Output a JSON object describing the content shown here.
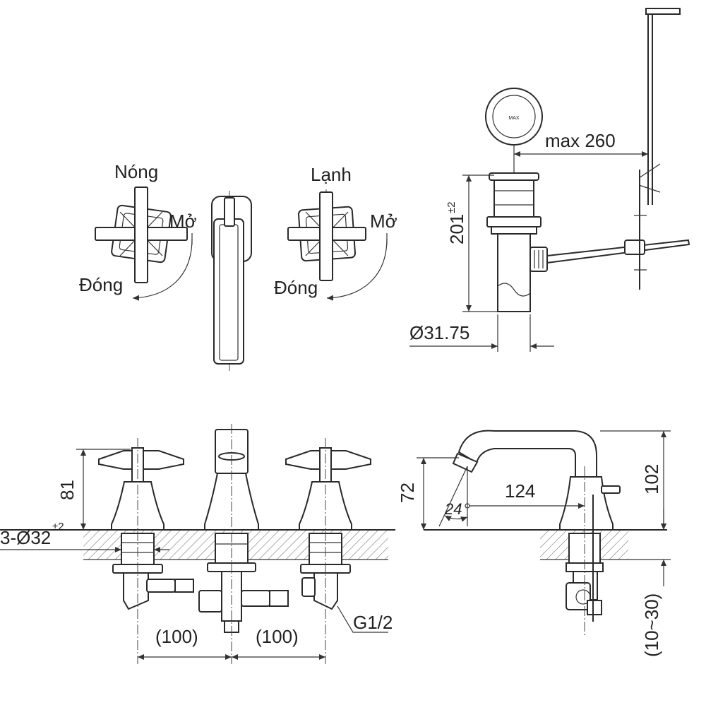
{
  "labels": {
    "hot": "Nóng",
    "cold": "Lạnh",
    "open_left": "Mở",
    "close_left": "Đóng",
    "open_right": "Mở",
    "close_right": "Đóng",
    "drain_height": "201",
    "drain_height_tol": "±2",
    "drain_diameter": "Ø31.75",
    "rod_reach": "max 260",
    "handle_height": "81",
    "holes": "3-Ø32",
    "holes_tol": "±2",
    "spacing_left": "(100)",
    "spacing_right": "(100)",
    "thread": "G1/2",
    "spout_height": "72",
    "spout_reach": "124",
    "spout_angle": "24",
    "total_height": "102",
    "deck_thickness": "(10~30)",
    "cap_marking": "MAX"
  }
}
